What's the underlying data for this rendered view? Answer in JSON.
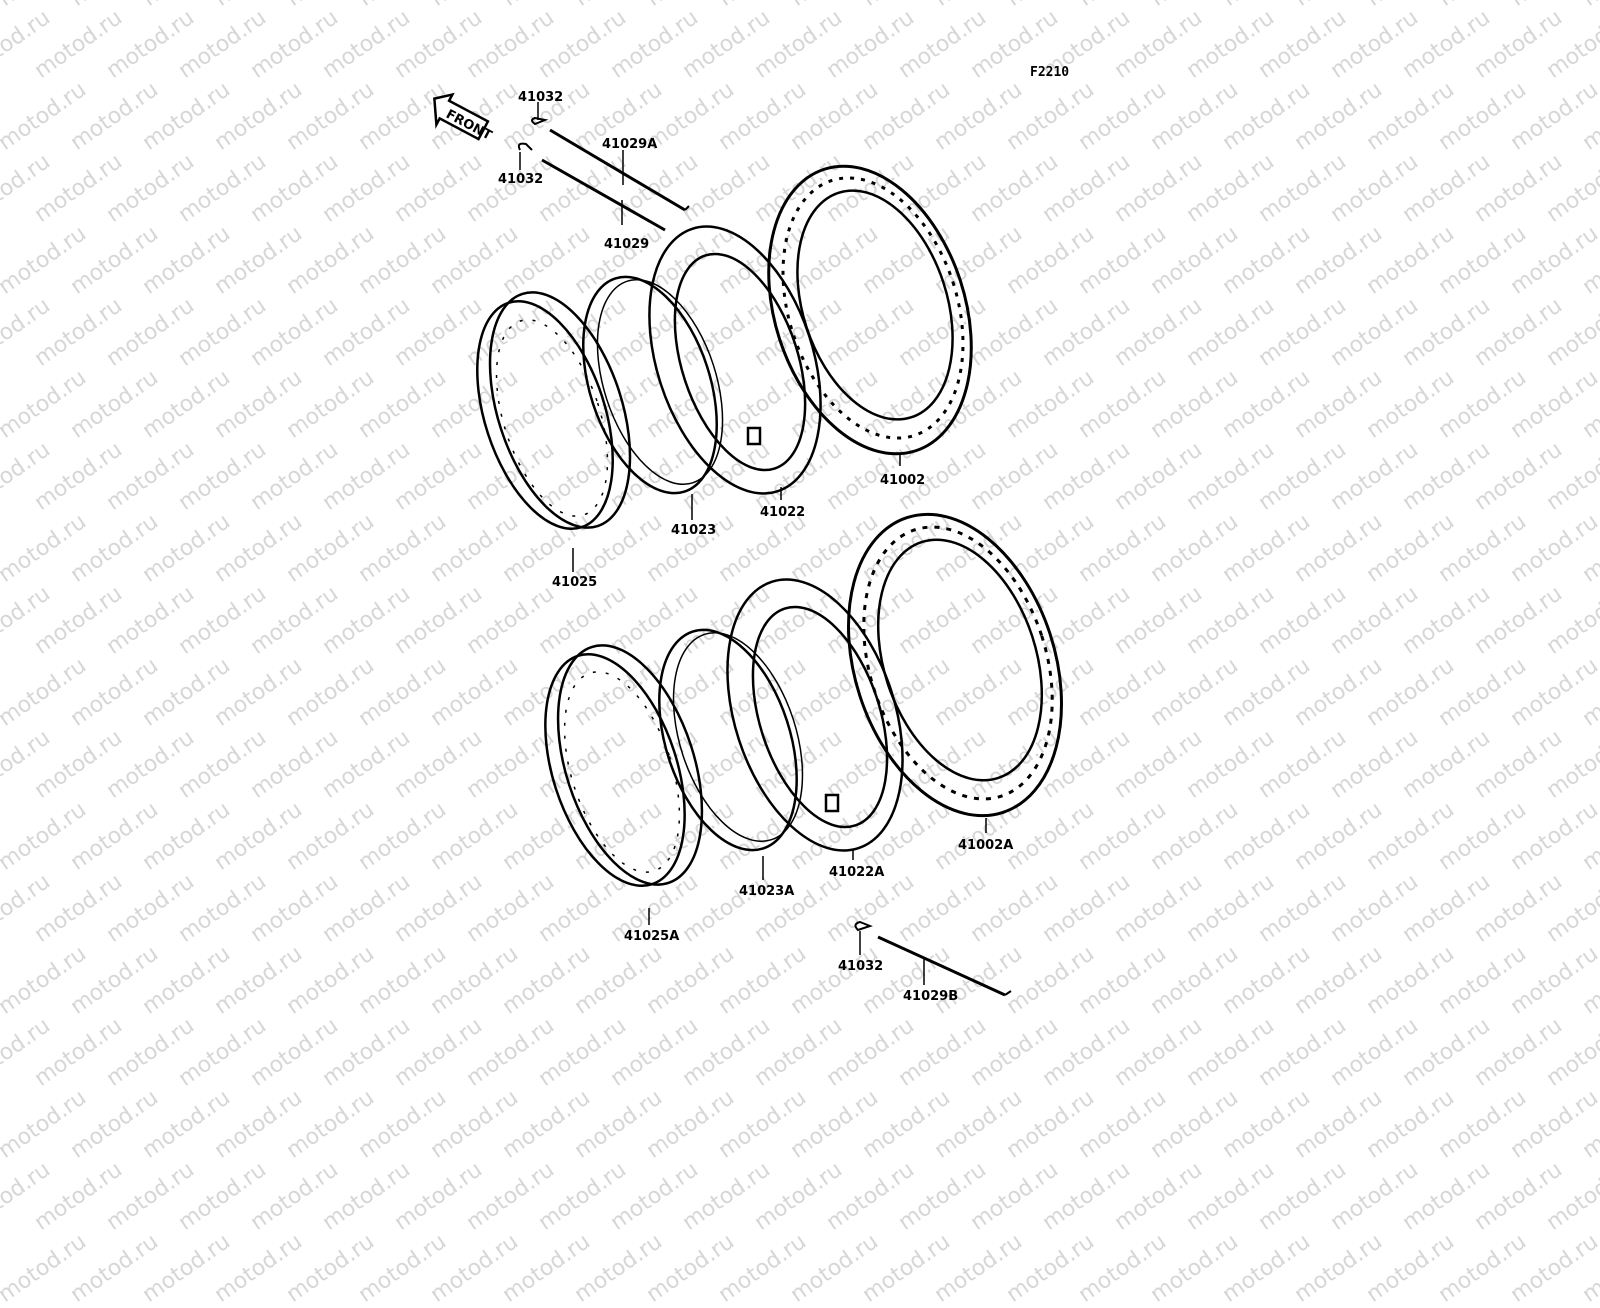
{
  "diagram": {
    "figure_id": "F2210",
    "front_arrow": "FRONT",
    "watermark": "motod.ru",
    "front_wheel": {
      "spoke_nipple_a": "41032",
      "spoke_a": "41029A",
      "spoke_nipple_b": "41032",
      "spoke": "41029",
      "rim": "41025",
      "rim_band": "41023",
      "tube": "41022",
      "tire": "41002"
    },
    "rear_wheel": {
      "rim": "41025A",
      "rim_band": "41023A",
      "tube": "41022A",
      "tire": "41002A",
      "spoke_nipple": "41032",
      "spoke": "41029B"
    }
  }
}
